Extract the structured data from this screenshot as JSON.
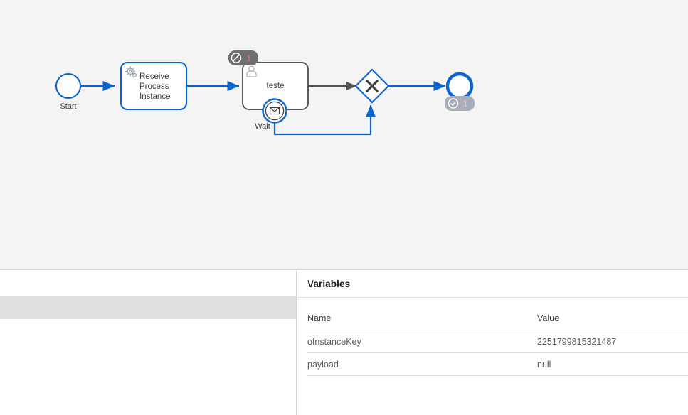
{
  "diagram": {
    "type": "bpmn-process-diagram",
    "background_color": "#f4f4f4",
    "accent_color": "#0b63ce",
    "neutral_color": "#555555",
    "elements": [
      {
        "id": "start-event",
        "kind": "start-event",
        "label": "Start",
        "state": "completed",
        "icon": "start-event-icon"
      },
      {
        "id": "receive-process-instance",
        "kind": "service-task",
        "label": "Receive Process Instance",
        "label_lines": [
          "Receive",
          "Process",
          "Instance"
        ],
        "state": "completed",
        "icon": "gears-icon"
      },
      {
        "id": "teste",
        "kind": "user-task",
        "label": "teste",
        "state": "canceled",
        "icon": "user-icon",
        "badge": {
          "icon": "canceled-icon",
          "count": "1",
          "style": "canceled"
        }
      },
      {
        "id": "wait",
        "kind": "boundary-message-event",
        "label": "Wait",
        "state": "completed",
        "icon": "envelope-icon"
      },
      {
        "id": "gateway",
        "kind": "exclusive-gateway",
        "label": "",
        "state": "completed",
        "icon": "gateway-x-icon"
      },
      {
        "id": "end-event",
        "kind": "end-event",
        "label": "",
        "state": "completed",
        "icon": "end-event-icon",
        "badge": {
          "icon": "completed-icon",
          "count": "1",
          "style": "completed"
        }
      }
    ],
    "flows": [
      {
        "id": "flow-start-to-receive",
        "from": "start-event",
        "to": "receive-process-instance",
        "state": "completed"
      },
      {
        "id": "flow-receive-to-teste",
        "from": "receive-process-instance",
        "to": "teste",
        "state": "completed"
      },
      {
        "id": "flow-teste-to-gateway",
        "from": "teste",
        "to": "gateway",
        "state": "incomplete"
      },
      {
        "id": "flow-wait-to-gateway",
        "from": "wait",
        "to": "gateway",
        "state": "completed"
      },
      {
        "id": "flow-gateway-to-end",
        "from": "gateway",
        "to": "end-event",
        "state": "completed"
      }
    ]
  },
  "left_panel": {
    "has_selected_row": true
  },
  "variables_panel": {
    "title": "Variables",
    "columns": [
      "Name",
      "Value"
    ],
    "rows": [
      {
        "name": "oInstanceKey",
        "value": "2251799815321487"
      },
      {
        "name": "payload",
        "value": "null"
      }
    ]
  }
}
